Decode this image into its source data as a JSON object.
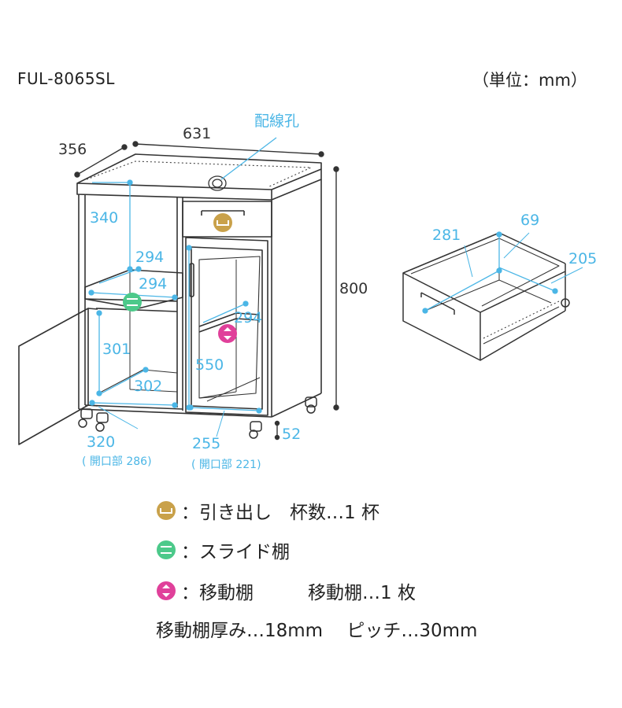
{
  "header": {
    "model": "FUL-8065SL",
    "unit": "（単位：mm）"
  },
  "dimensions": {
    "depth": "356",
    "width": "631",
    "height": "800",
    "cable_hole": "配線孔",
    "left_compartment_height": "340",
    "slide_shelf_depth": "294",
    "slide_shelf_width": "294",
    "left_lower_height": "301",
    "left_lower_width": "302",
    "right_shelf_depth": "294",
    "right_inner_height": "550",
    "left_door_width": "320",
    "left_opening": "( 開口部 286)",
    "right_door_width": "255",
    "right_opening": "( 開口部 221)",
    "caster_height": "52",
    "drawer_width": "281",
    "drawer_height": "69",
    "drawer_depth": "205"
  },
  "legend": {
    "drawer": "：引き出し　杯数…1 杯",
    "slide_shelf": "：スライド棚",
    "movable_shelf": "：移動棚　　　移動棚…1 枚",
    "shelf_note": "移動棚厚み…18mm　 ピッチ…30mm"
  },
  "colors": {
    "line": "#333333",
    "dimension_blue": "#4bb6e6",
    "drawer_icon": "#c9a14a",
    "slide_icon": "#4cc98a",
    "movable_icon": "#e0409a"
  }
}
